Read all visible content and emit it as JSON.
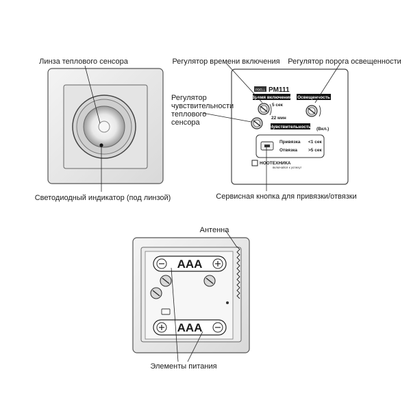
{
  "front_view": {
    "lens_label": "Линза теплового сенсора",
    "led_label": "Светодиодный индикатор (под линзой)"
  },
  "back_view": {
    "model_logo": "PDELL",
    "model": "PM111",
    "time_regulator_label": "Регулятор времени включения",
    "light_threshold_label": "Регулятор порога освещенности",
    "sensitivity_label_line1": "Регулятор",
    "sensitivity_label_line2": "чувствительности",
    "sensitivity_label_line3": "теплового",
    "sensitivity_label_line4": "сенсора",
    "service_button_label": "Сервисная кнопка для привязки/отвязки",
    "panel_time_tag": "Время включения",
    "panel_time_min": "5 сек",
    "panel_time_max": "22 мин",
    "panel_light_tag": "Освещенность",
    "panel_light_on": "(Вкл.)",
    "panel_sens_tag": "Чувствительность",
    "bind_label": "Привязка",
    "bind_time": "<1 сек",
    "unbind_label": "Отвязка",
    "unbind_time": ">5 сек",
    "brand": "НООТЕХНИКА",
    "brand_slogan": "включайся к успеху!"
  },
  "battery_view": {
    "antenna_label": "Антенна",
    "battery_top": "AAA",
    "battery_bottom": "AAA",
    "power_label": "Элементы питания"
  }
}
